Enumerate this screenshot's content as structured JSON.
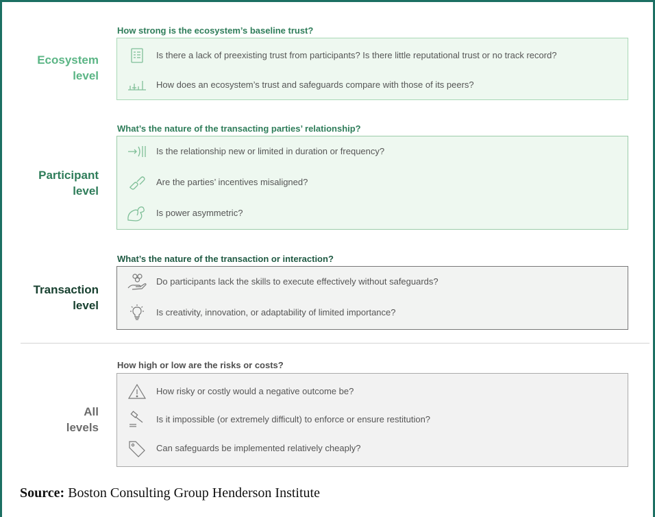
{
  "colors": {
    "frame": "#1c6f63",
    "ecosystem_label": "#5bb585",
    "ecosystem_head": "#2f7d5a",
    "ecosystem_box_bg": "#eef8f0",
    "ecosystem_box_border": "#a8d8b6",
    "participant_label": "#2f7d5a",
    "participant_box_bg": "#eef8f0",
    "participant_box_border": "#9bcca9",
    "transaction_label": "#17402f",
    "transaction_box_bg": "#f2f3f2",
    "transaction_box_border": "#777777",
    "all_label": "#6b6b6b",
    "all_head": "#4f4f4f",
    "all_box_bg": "#f2f2f2",
    "all_box_border": "#aaaaaa"
  },
  "ecosystem": {
    "label": "Ecosystem\nlevel",
    "question": "How strong is the ecosystem’s baseline trust?",
    "items": [
      {
        "icon": "checklist-icon",
        "text": "Is there a lack of preexisting trust from participants? Is there little reputational trust or no track record?"
      },
      {
        "icon": "comparison-chart-icon",
        "text": "How does an ecosystem’s trust and safeguards compare with those of its peers?"
      }
    ]
  },
  "participant": {
    "label": "Participant\nlevel",
    "question": "What’s the nature of the transacting parties’ relationship?",
    "items": [
      {
        "icon": "arrow-signal-icon",
        "text": "Is the relationship new or limited in duration or frequency?"
      },
      {
        "icon": "broken-link-icon",
        "text": "Are the parties’ incentives misaligned?"
      },
      {
        "icon": "flexed-arm-icon",
        "text": "Is power asymmetric?"
      }
    ]
  },
  "transaction": {
    "label": "Transaction\nlevel",
    "question": "What’s the nature of the transaction or interaction?",
    "items": [
      {
        "icon": "hand-coins-icon",
        "text": "Do participants lack the skills to execute effectively without safeguards?"
      },
      {
        "icon": "lightbulb-icon",
        "text": "Is creativity, innovation, or adaptability of limited importance?"
      }
    ]
  },
  "all": {
    "label": "All\nlevels",
    "question": "How high or low are the risks or costs?",
    "items": [
      {
        "icon": "warning-icon",
        "text": "How risky or costly would a negative outcome be?"
      },
      {
        "icon": "gavel-icon",
        "text": "Is it impossible (or extremely difficult) to enforce or ensure restitution?"
      },
      {
        "icon": "price-tag-icon",
        "text": "Can safeguards be implemented relatively cheaply?"
      }
    ]
  },
  "source": {
    "prefix": "Source:",
    "text": " Boston Consulting Group Henderson Institute"
  }
}
